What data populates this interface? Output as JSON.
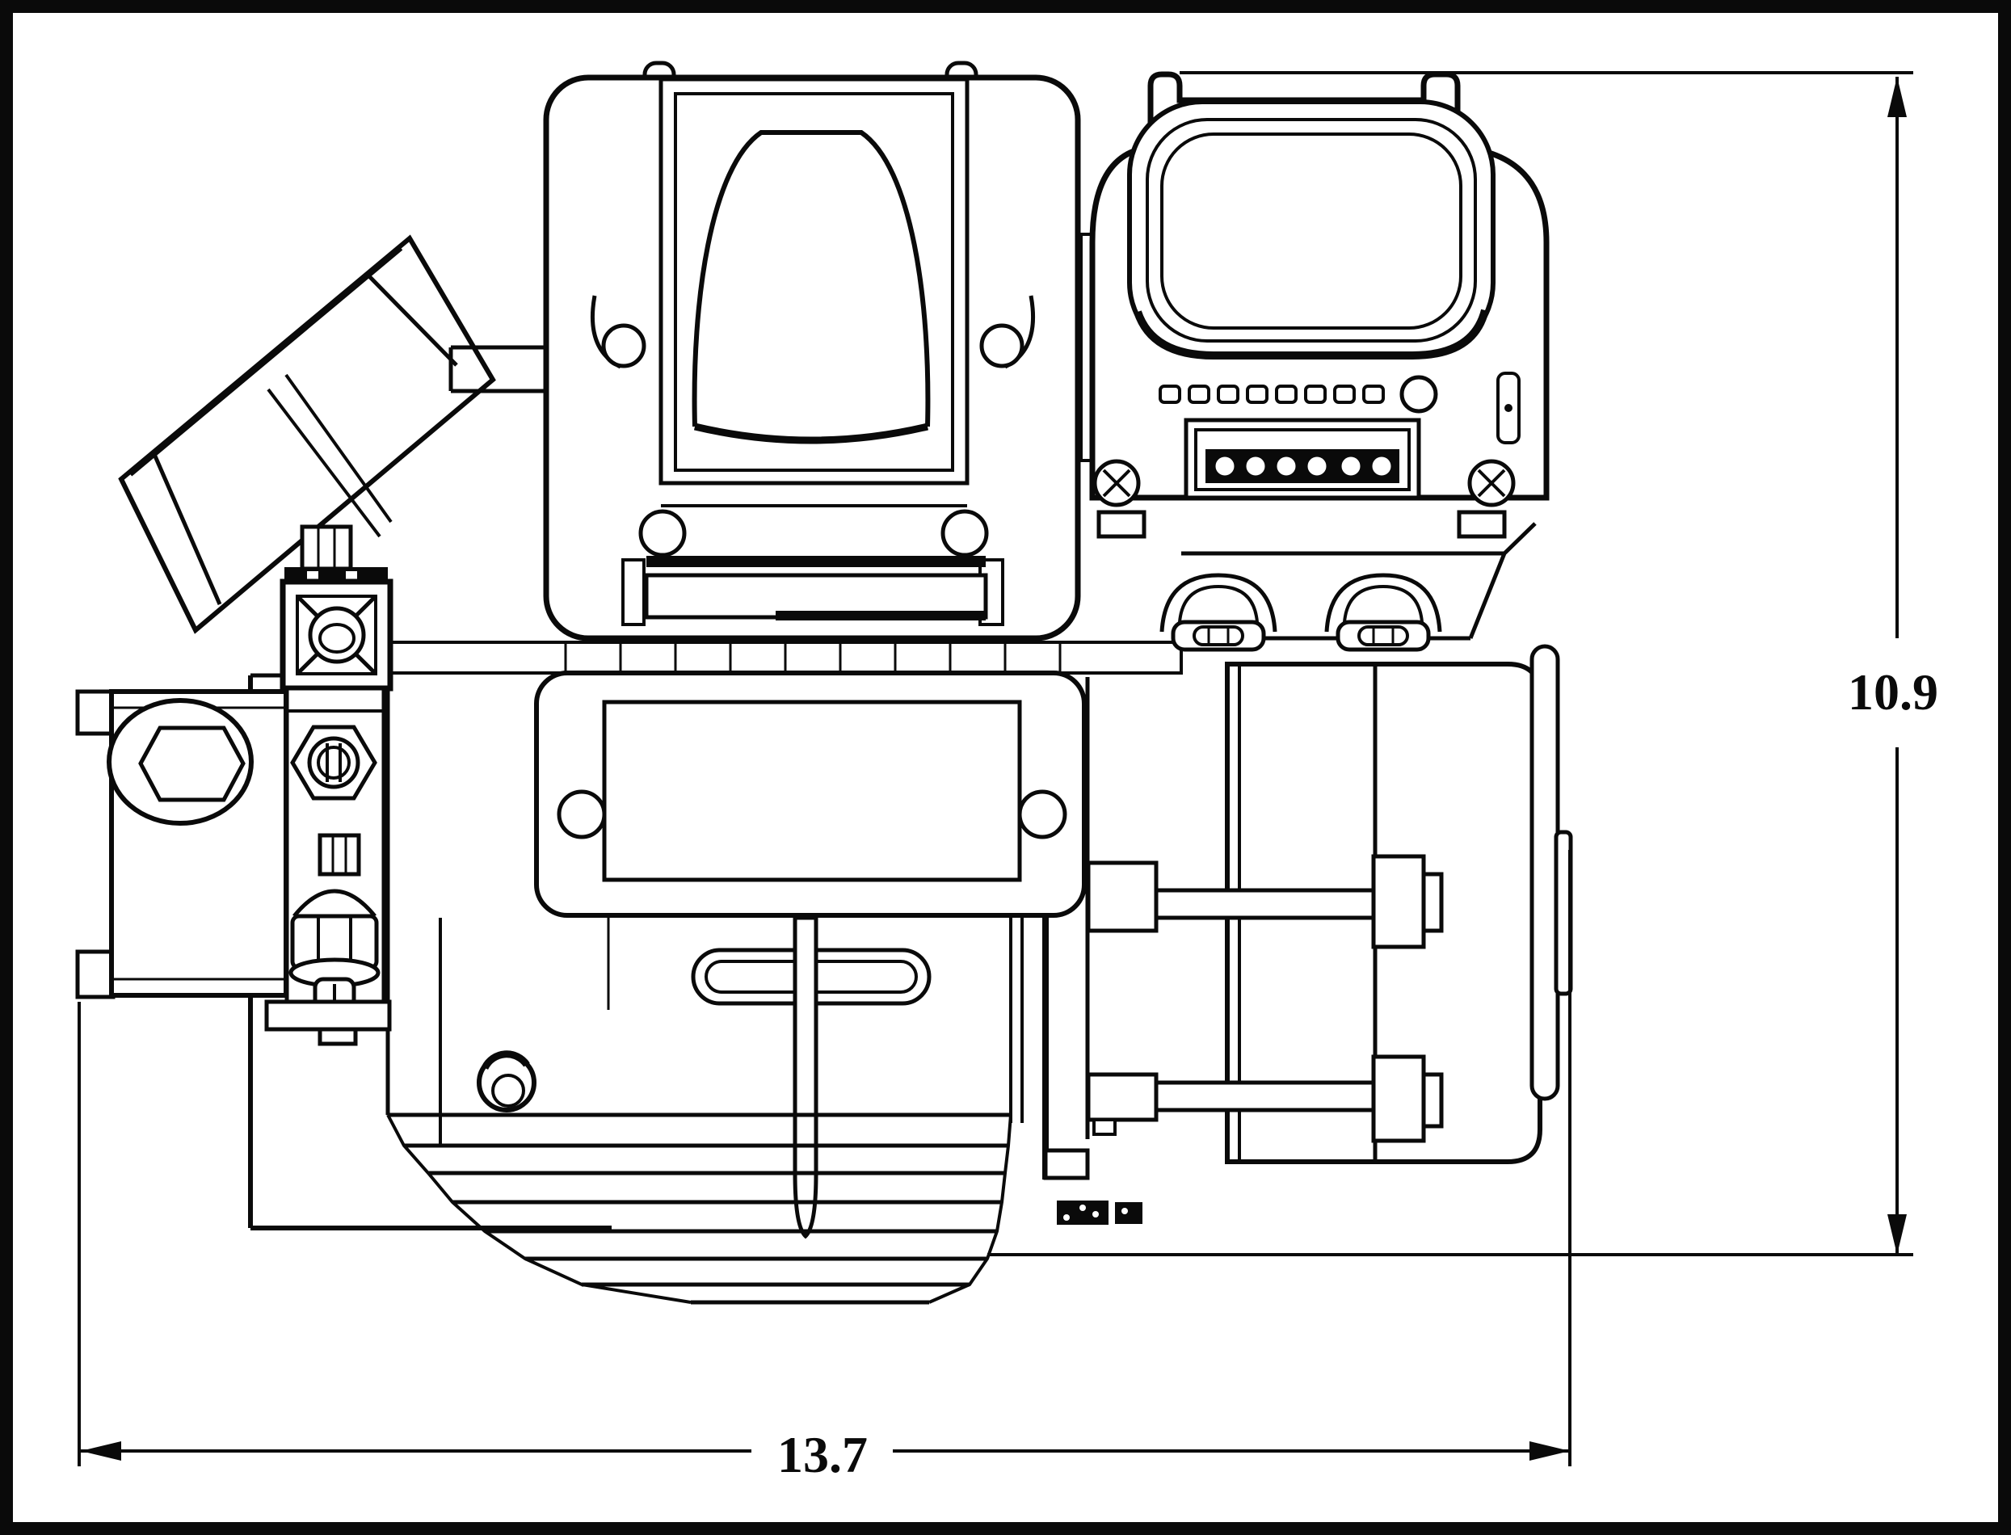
{
  "drawing": {
    "kind": "technical-dimension-drawing",
    "width_dim": {
      "label": "13.7"
    },
    "height_dim": {
      "label": "10.9"
    }
  },
  "colors": {
    "ink": "#0a0a0a",
    "paper": "#ffffff"
  }
}
